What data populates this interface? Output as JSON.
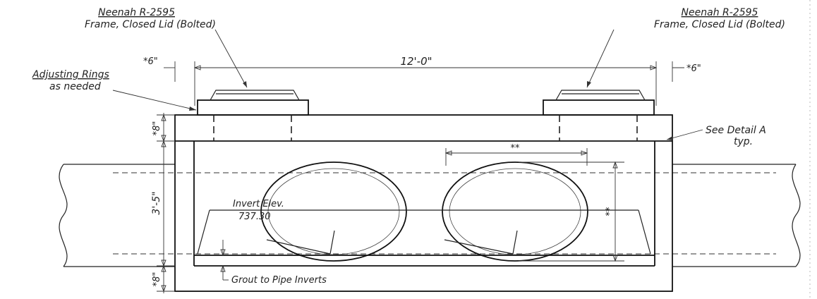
{
  "labels": {
    "frame_left_line1": "Neenah R-2595",
    "frame_left_line2": "Frame, Closed Lid (Bolted)",
    "frame_right_line1": "Neenah R-2595",
    "frame_right_line2": "Frame, Closed Lid (Bolted)",
    "adjusting_line1": "Adjusting Rings",
    "adjusting_line2": "as needed",
    "see_detail_line1": "See Detail A",
    "see_detail_line2": "typ.",
    "invert_line1": "Invert Elev.",
    "invert_line2": "737.30",
    "grout": "Grout to Pipe Inverts"
  },
  "dimensions": {
    "span": "12'-0\"",
    "offset_left": "*6\"",
    "offset_right": "*6\"",
    "top_slab": "*8\"",
    "wall_height": "3'-5\"",
    "bottom_slab": "*8\"",
    "opening_width": "**",
    "opening_height": "**"
  },
  "colors": {
    "line": "#222222",
    "background": "#ffffff"
  }
}
